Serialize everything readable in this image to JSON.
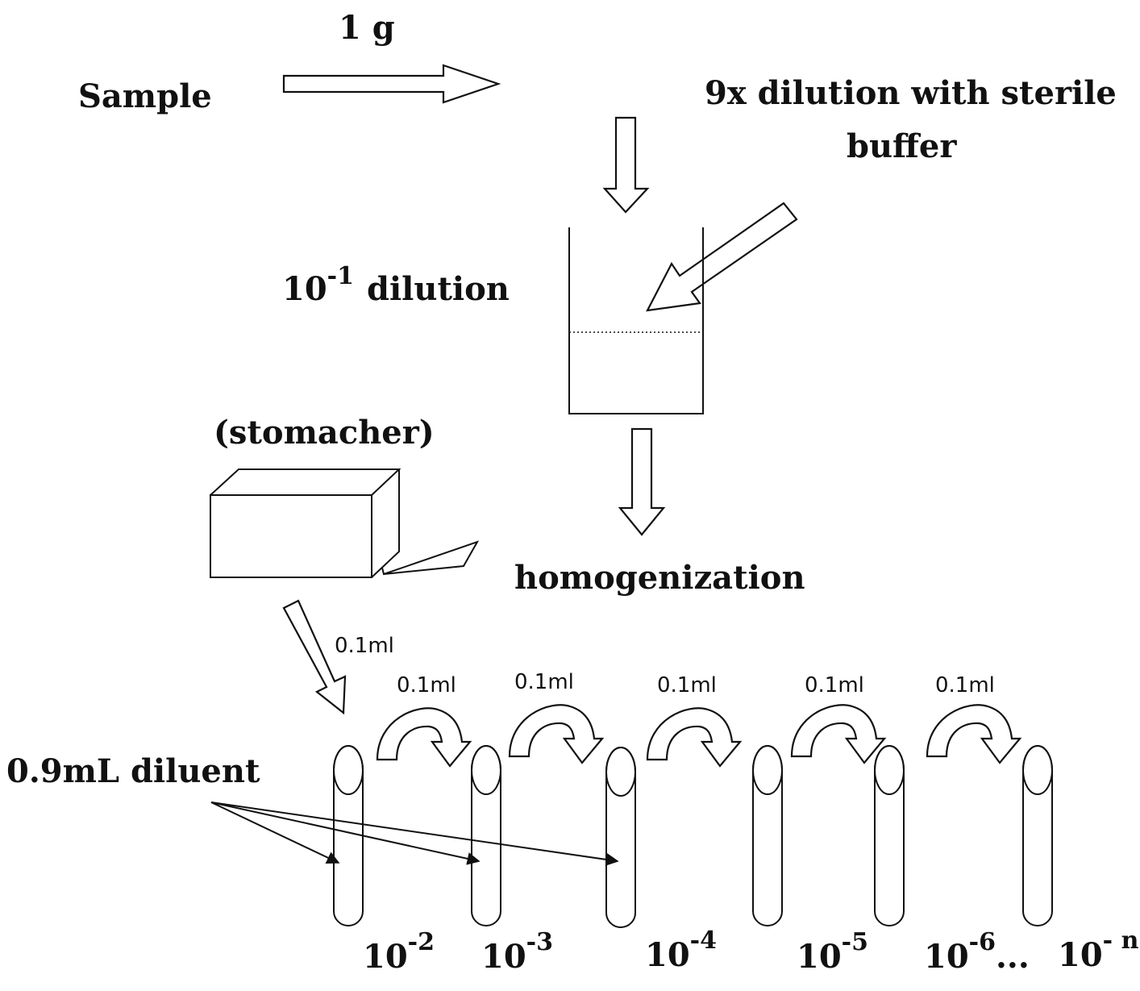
{
  "labels": {
    "sample": "Sample",
    "one_gram": "1 g",
    "dilution_note_line1": "9x dilution with sterile",
    "dilution_note_line2": "buffer",
    "first_dilution_base": "10",
    "first_dilution_exp": "-1",
    "first_dilution_word": "dilution",
    "stomacher": "(stomacher)",
    "homogenization": "homogenization",
    "diluent": "0.9mL diluent",
    "transfer_volume": "0.1ml"
  },
  "tubes": [
    {
      "base": "10",
      "exp": "-2",
      "suffix": ""
    },
    {
      "base": "10",
      "exp": "-3",
      "suffix": ""
    },
    {
      "base": "10",
      "exp": "-4",
      "suffix": ""
    },
    {
      "base": "10",
      "exp": "-5",
      "suffix": ""
    },
    {
      "base": "10",
      "exp": "-6",
      "suffix": "..."
    },
    {
      "base": "10",
      "exp": "- n",
      "suffix": ""
    }
  ],
  "transfers": [
    "0.1ml",
    "0.1ml",
    "0.1ml",
    "0.1ml",
    "0.1ml"
  ]
}
